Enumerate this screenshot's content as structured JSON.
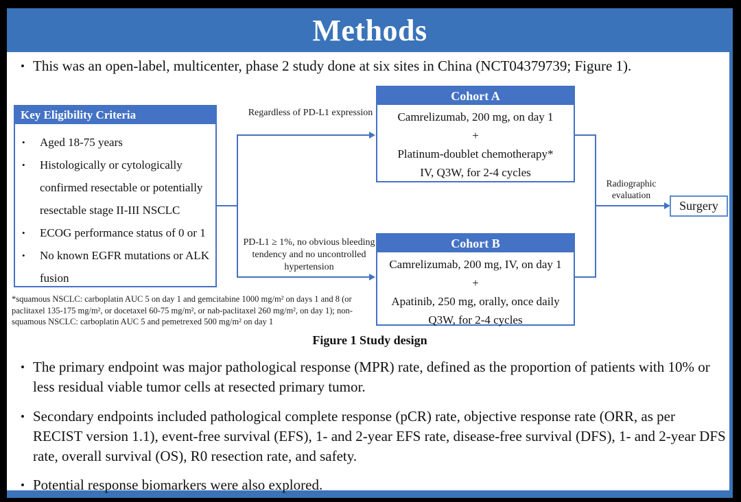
{
  "title": "Methods",
  "colors": {
    "title_bar_blue": "#3A73B9",
    "box_header_blue": "#4472C4",
    "connector_blue": "#4472C4",
    "surgery_border_blue": "#5B8BD0",
    "background": "#000000",
    "slide_background": "#FFFFFF"
  },
  "bullets": {
    "intro": "This was an open-label, multicenter, phase 2 study done at six sites in China (NCT04379739; Figure 1).",
    "primary": "The primary endpoint was major pathological response (MPR) rate, defined as the proportion of patients with 10% or less residual viable tumor cells at resected primary tumor.",
    "secondary": "Secondary endpoints included pathological complete response (pCR) rate, objective response rate (ORR, as per RECIST version 1.1), event-free survival (EFS), 1- and 2-year EFS rate, disease-free survival (DFS), 1- and 2-year DFS rate, overall survival (OS), R0 resection rate, and safety.",
    "biomarkers": "Potential response biomarkers were also explored."
  },
  "figure": {
    "caption": "Figure 1 Study design",
    "eligibility": {
      "header": "Key  Eligibility Criteria",
      "items": [
        "Aged 18-75 years",
        "Histologically or cytologically confirmed resectable or potentially resectable stage II-III  NSCLC",
        "ECOG performance status of 0 or 1",
        "No known EGFR mutations or ALK fusion"
      ]
    },
    "branch_top_label": "Regardless  of PD-L1 expression",
    "branch_bottom_label": "PD-L1 ≥ 1%, no obvious bleeding  tendency  and no uncontrolled  hypertension",
    "cohort_a": {
      "header": "Cohort A",
      "lines": [
        "Camrelizumab, 200 mg, on day 1",
        "+",
        "Platinum-doublet chemotherapy*",
        "IV, Q3W, for 2-4 cycles"
      ]
    },
    "cohort_b": {
      "header": "Cohort B",
      "lines": [
        "Camrelizumab, 200 mg, IV, on day 1",
        "+",
        "Apatinib, 250 mg, orally, once daily",
        "Q3W, for 2-4 cycles"
      ]
    },
    "radiographic_label": "Radiographic evaluation",
    "surgery_label": "Surgery",
    "footnote": "*squamous NSCLC: carboplatin AUC 5 on day 1 and gemcitabine 1000 mg/m² on days 1 and 8 (or paclitaxel 135-175 mg/m², or docetaxel 60-75 mg/m², or nab-paclitaxel 260 mg/m², on day 1); non-squamous NSCLC: carboplatin AUC 5 and pemetrexed 500 mg/m² on day 1"
  }
}
